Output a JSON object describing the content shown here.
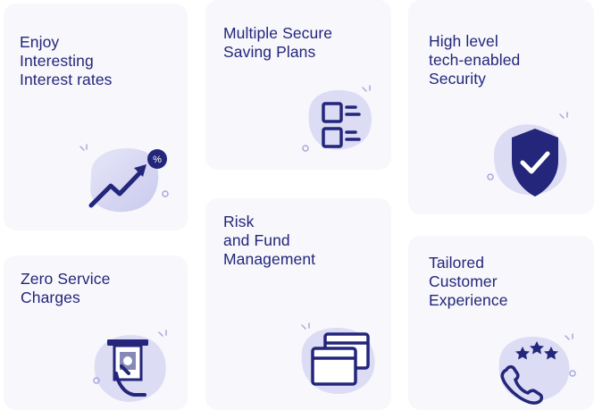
{
  "features": [
    {
      "id": "interest",
      "title": "Enjoy\nInteresting\nInterest rates",
      "icon": "rising-chart-percent-icon"
    },
    {
      "id": "saving-plans",
      "title": "Multiple Secure\nSaving Plans",
      "icon": "plan-list-icon"
    },
    {
      "id": "security",
      "title": "High level\ntech-enabled\nSecurity",
      "icon": "shield-check-icon"
    },
    {
      "id": "zero-charges",
      "title": "Zero Service\nCharges",
      "icon": "atm-cash-icon"
    },
    {
      "id": "risk",
      "title": "Risk\nand Fund\nManagement",
      "icon": "browser-windows-icon"
    },
    {
      "id": "experience",
      "title": "Tailored\nCustomer\nExperience",
      "icon": "phone-stars-icon"
    }
  ],
  "colors": {
    "card_bg": "#f7f7fc",
    "title": "#23267a",
    "icon_navy": "#23267a",
    "blob": "#dcdcf5",
    "blob_dark": "#c9c9ee"
  }
}
